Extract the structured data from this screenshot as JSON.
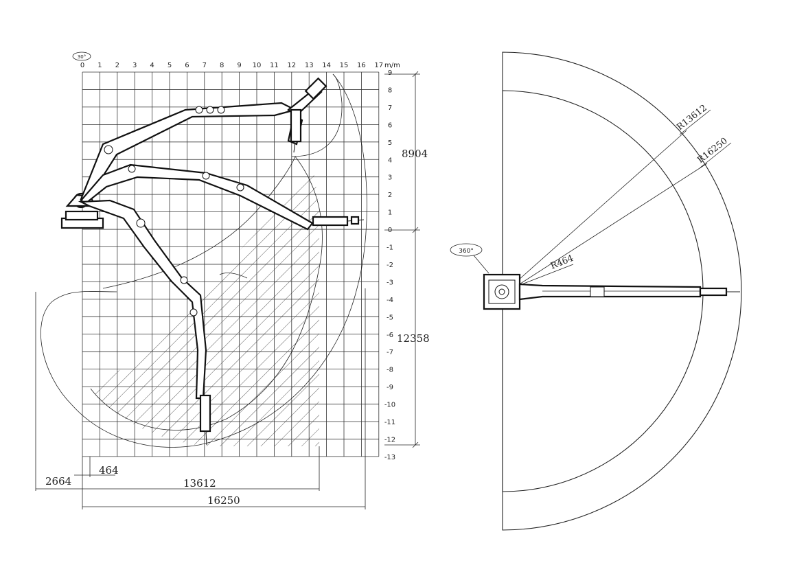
{
  "side_view": {
    "rotation_badge": "30°",
    "x_ticks": [
      "0",
      "1",
      "2",
      "3",
      "4",
      "5",
      "6",
      "7",
      "8",
      "9",
      "10",
      "11",
      "12",
      "13",
      "14",
      "15",
      "16",
      "17"
    ],
    "x_unit": "m/m",
    "y_ticks": [
      "9",
      "8",
      "7",
      "6",
      "5",
      "4",
      "3",
      "2",
      "1",
      "0",
      "-1",
      "-2",
      "-3",
      "-4",
      "-5",
      "-6",
      "-7",
      "-8",
      "-9",
      "-10",
      "-11",
      "-12",
      "-13"
    ],
    "dim_height_above": "8904",
    "dim_depth_below": "12358",
    "dim_2664": "2664",
    "dim_464": "464",
    "dim_13612": "13612",
    "dim_16250": "16250"
  },
  "top_view": {
    "rotation_badge": "360°",
    "radius_inner": "R13612",
    "radius_outer": "R16250",
    "radius_min": "R464"
  },
  "colors": {
    "line": "#222222",
    "background": "#ffffff"
  }
}
